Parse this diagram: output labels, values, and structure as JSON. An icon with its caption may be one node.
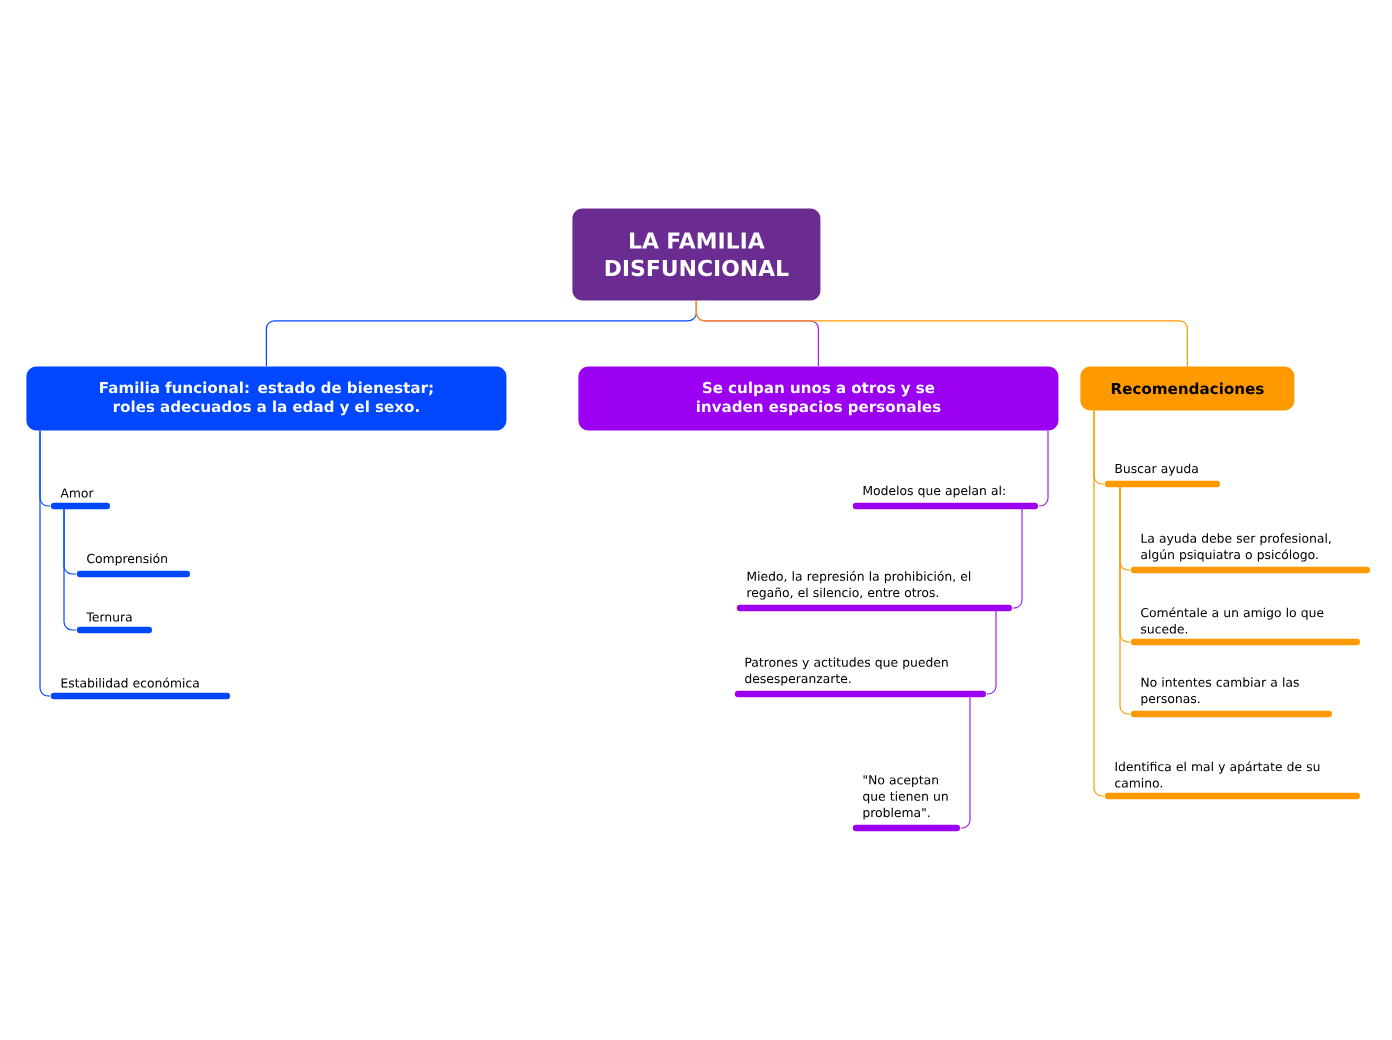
{
  "diagram": {
    "nodes": [
      {
        "text": [
          "LA FAMILIA DISFUNCIONAL"
        ]
      },
      {
        "text": [
          "Familia funcional: estado de bienestar; roles adecuados a la edad y el sexo."
        ]
      },
      {
        "text": [
          "Amor"
        ]
      },
      {
        "text": [
          "Comprensión"
        ]
      },
      {
        "text": [
          "Ternura"
        ]
      },
      {
        "text": [
          "Estabilidad económica"
        ]
      },
      {
        "text": [
          "Se culpan unos a otros y se invaden espacios personales"
        ]
      },
      {
        "text": [
          "Modelos que apelan al:"
        ]
      },
      {
        "text": [
          "Miedo, la represión la prohibición, el regaño, el silencio, entre otros."
        ]
      },
      {
        "text": [
          "Patrones y actitudes que pueden desesperanzarte."
        ]
      },
      {
        "text": [
          "\"No aceptan que tienen un problema\"."
        ]
      },
      {
        "text": [
          "Recomendaciones"
        ]
      },
      {
        "text": [
          "Buscar ayuda"
        ]
      },
      {
        "text": [
          "La ayuda debe ser profesional, algún psiquiatra o psicólogo."
        ]
      },
      {
        "text": [
          "Coméntale a un amigo lo que sucede."
        ]
      },
      {
        "text": [
          "No intentes cambiar a las personas."
        ]
      },
      {
        "text": [
          "Identifica el mal y apártate de su camino."
        ]
      }
    ],
    "edges": [
      {
        "from": 0,
        "to": 1,
        "arrow": "none",
        "color": "#0047ff"
      },
      {
        "from": 0,
        "to": 6,
        "arrow": "none",
        "color": "#a020f0"
      },
      {
        "from": 0,
        "to": 11,
        "arrow": "none",
        "color": "#ff9900"
      },
      {
        "from": 1,
        "to": 2,
        "arrow": "none",
        "color": "#0047ff"
      },
      {
        "from": 2,
        "to": 3,
        "arrow": "none",
        "color": "#0047ff"
      },
      {
        "from": 2,
        "to": 4,
        "arrow": "none",
        "color": "#0047ff"
      },
      {
        "from": 1,
        "to": 5,
        "arrow": "none",
        "color": "#0047ff"
      },
      {
        "from": 6,
        "to": 7,
        "arrow": "none",
        "color": "#a020f0"
      },
      {
        "from": 7,
        "to": 8,
        "arrow": "none",
        "color": "#a020f0"
      },
      {
        "from": 8,
        "to": 9,
        "arrow": "none",
        "color": "#a020f0"
      },
      {
        "from": 9,
        "to": 10,
        "arrow": "none",
        "color": "#a020f0"
      },
      {
        "from": 11,
        "to": 12,
        "arrow": "none",
        "color": "#ff9900"
      },
      {
        "from": 12,
        "to": 13,
        "arrow": "none",
        "color": "#ff9900"
      },
      {
        "from": 12,
        "to": 14,
        "arrow": "none",
        "color": "#ff9900"
      },
      {
        "from": 12,
        "to": 15,
        "arrow": "none",
        "color": "#ff9900"
      },
      {
        "from": 11,
        "to": 16,
        "arrow": "none",
        "color": "#ff9900"
      }
    ]
  }
}
